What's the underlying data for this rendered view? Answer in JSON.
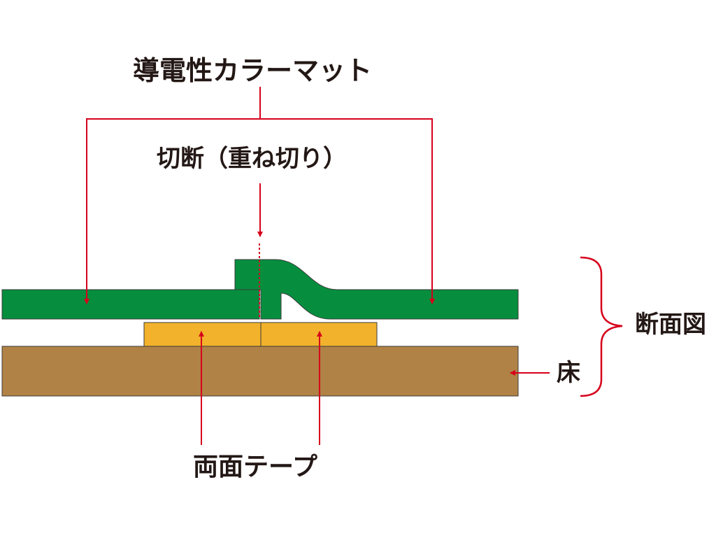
{
  "labels": {
    "mat": "導電性カラーマット",
    "cut": "切断（重ね切り）",
    "section": "断面図",
    "floor": "床",
    "tape": "両面テープ"
  },
  "colors": {
    "mat": "#068e3e",
    "tape": "#f2b22b",
    "floor": "#b08245",
    "arrow": "#d7001b",
    "text": "#231815",
    "outline": "#3b3b3b"
  }
}
